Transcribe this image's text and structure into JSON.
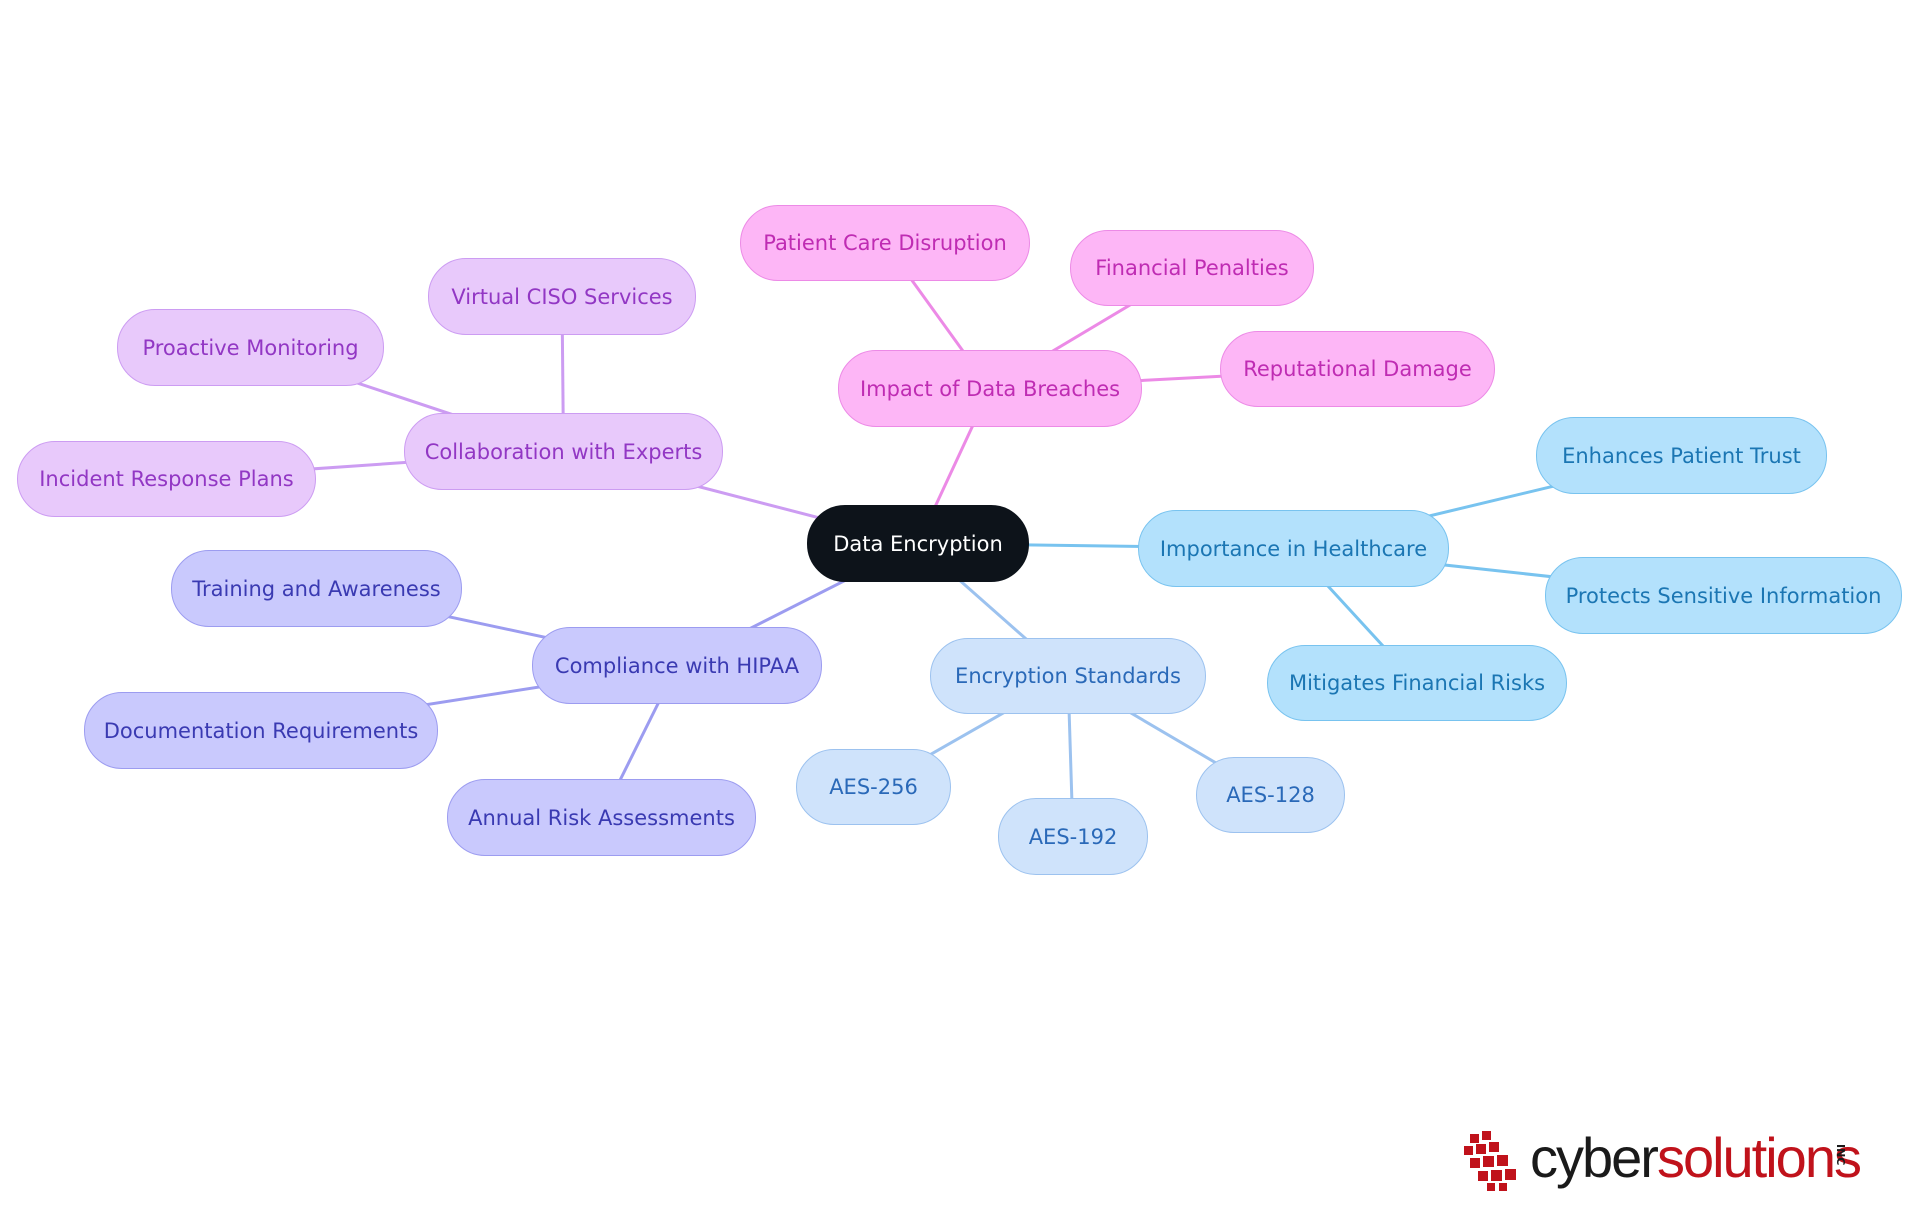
{
  "root": {
    "label": "Data Encryption"
  },
  "branches": {
    "breaches": {
      "label": "Impact of Data Breaches",
      "children": [
        "Patient Care Disruption",
        "Financial Penalties",
        "Reputational Damage"
      ]
    },
    "experts": {
      "label": "Collaboration with Experts",
      "children": [
        "Virtual CISO Services",
        "Proactive Monitoring",
        "Incident Response Plans"
      ]
    },
    "hipaa": {
      "label": "Compliance with HIPAA",
      "children": [
        "Training and Awareness",
        "Documentation Requirements",
        "Annual Risk Assessments"
      ]
    },
    "standards": {
      "label": "Encryption Standards",
      "children": [
        "AES-256",
        "AES-192",
        "AES-128"
      ]
    },
    "healthcare": {
      "label": "Importance in Healthcare",
      "children": [
        "Enhances Patient Trust",
        "Protects Sensitive Information",
        "Mitigates Financial Risks"
      ]
    }
  },
  "colors": {
    "root": "#0d131a",
    "breaches": "#fdb6f6",
    "experts": "#e8c9fb",
    "hipaa": "#c9c9fd",
    "standards": "#cfe3fb",
    "healthcare": "#b3e1fc",
    "logo_dark": "#1a1a1a",
    "logo_red": "#c0121b"
  },
  "logo": {
    "part1": "cyber",
    "part2": "solutions",
    "suffix": "INC"
  }
}
